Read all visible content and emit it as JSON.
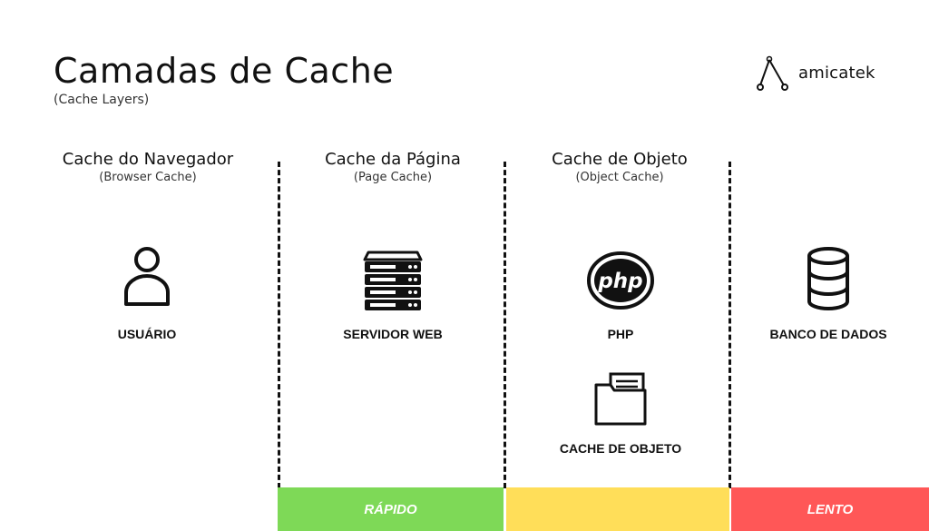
{
  "header": {
    "title": "Camadas de Cache",
    "subtitle": "(Cache Layers)",
    "brand": "amicatek"
  },
  "columns": [
    {
      "title": "Cache do Navegador",
      "subtitle": "(Browser Cache)"
    },
    {
      "title": "Cache da Página",
      "subtitle": "(Page Cache)"
    },
    {
      "title": "Cache de Objeto",
      "subtitle": "(Object Cache)"
    }
  ],
  "nodes": {
    "user": {
      "label": "USUÁRIO",
      "icon": "user-icon"
    },
    "web_server": {
      "label": "SERVIDOR WEB",
      "icon": "server-icon"
    },
    "php": {
      "label": "PHP",
      "icon": "php-logo-icon",
      "logo_text": "php"
    },
    "object_cache": {
      "label": "CACHE DE OBJETO",
      "icon": "folder-icon"
    },
    "database": {
      "label": "BANCO DE DADOS",
      "icon": "database-icon"
    }
  },
  "speed_bar": {
    "fast": {
      "label": "RÁPIDO",
      "color": "#7ed957"
    },
    "mid": {
      "label": "",
      "color": "#ffde59"
    },
    "slow": {
      "label": "LENTO",
      "color": "#ff5757"
    }
  }
}
